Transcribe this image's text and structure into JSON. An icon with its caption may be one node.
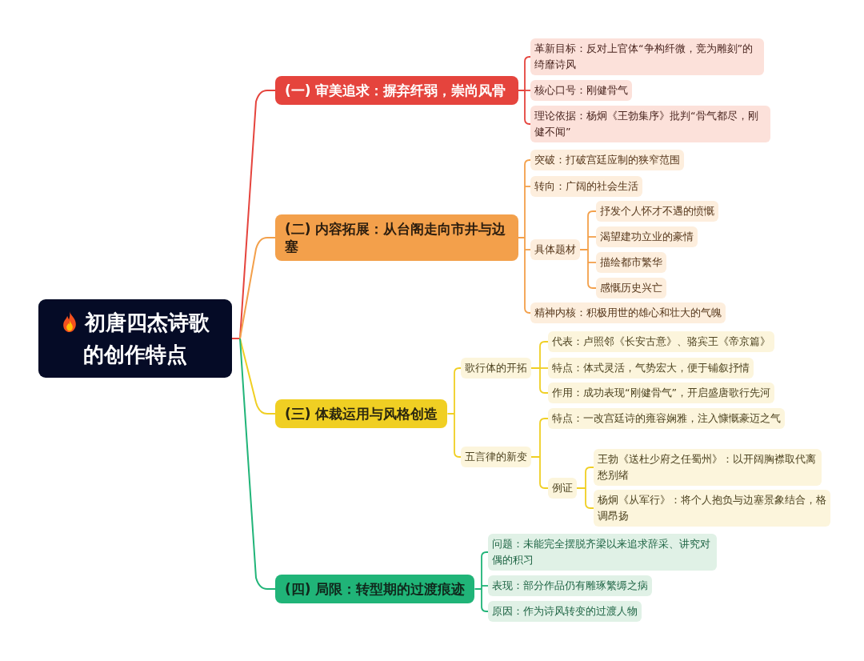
{
  "diagram": {
    "nodes": [
      {
        "text": [
          "初唐四杰诗歌的创作特点"
        ]
      },
      {
        "text": [
          "(一) 审美追求：摒弃纤弱，崇尚风骨"
        ]
      },
      {
        "text": [
          "革新目标：反对上官体“争构纤微，竞为雕刻”的绮靡诗风"
        ]
      },
      {
        "text": [
          "核心口号：刚健骨气"
        ]
      },
      {
        "text": [
          "理论依据：杨炯《王勃集序》批判“骨气都尽，刚健不闻”"
        ]
      },
      {
        "text": [
          "(二) 内容拓展：从台阁走向市井与边塞"
        ]
      },
      {
        "text": [
          "突破：打破宫廷应制的狭窄范围"
        ]
      },
      {
        "text": [
          "转向：广阔的社会生活"
        ]
      },
      {
        "text": [
          "具体题材"
        ]
      },
      {
        "text": [
          "抒发个人怀才不遇的愤慨"
        ]
      },
      {
        "text": [
          "渴望建功立业的豪情"
        ]
      },
      {
        "text": [
          "描绘都市繁华"
        ]
      },
      {
        "text": [
          "感慨历史兴亡"
        ]
      },
      {
        "text": [
          "精神内核：积极用世的雄心和壮大的气魄"
        ]
      },
      {
        "text": [
          "(三) 体裁运用与风格创造"
        ]
      },
      {
        "text": [
          "歌行体的开拓"
        ]
      },
      {
        "text": [
          "代表：卢照邻《长安古意》、骆宾王《帝京篇》"
        ]
      },
      {
        "text": [
          "特点：体式灵活，气势宏大，便于铺叙抒情"
        ]
      },
      {
        "text": [
          "作用：成功表现“刚健骨气”，开启盛唐歌行先河"
        ]
      },
      {
        "text": [
          "五言律的新变"
        ]
      },
      {
        "text": [
          "特点：一改宫廷诗的雍容娴雅，注入慷慨豪迈之气"
        ]
      },
      {
        "text": [
          "例证"
        ]
      },
      {
        "text": [
          "王勃《送杜少府之任蜀州》：以开阔胸襟取代离愁别绪"
        ]
      },
      {
        "text": [
          "杨炯《从军行》：将个人抱负与边塞景象结合，格调昂扬"
        ]
      },
      {
        "text": [
          "(四) 局限：转型期的过渡痕迹"
        ]
      },
      {
        "text": [
          "问题：未能完全摆脱齐梁以来追求辞采、讲究对偶的积习"
        ]
      },
      {
        "text": [
          "表现：部分作品仍有雕琢繁缛之病"
        ]
      },
      {
        "text": [
          "原因：作为诗风转变的过渡人物"
        ]
      }
    ],
    "edges": [
      {
        "from": 0,
        "to": 1,
        "arrow": "none",
        "color": "#e5443d"
      },
      {
        "from": 1,
        "to": 2,
        "arrow": "none",
        "color": "#e5443d"
      },
      {
        "from": 1,
        "to": 3,
        "arrow": "none",
        "color": "#e5443d"
      },
      {
        "from": 1,
        "to": 4,
        "arrow": "none",
        "color": "#e5443d"
      },
      {
        "from": 0,
        "to": 5,
        "arrow": "none",
        "color": "#f3a04b"
      },
      {
        "from": 5,
        "to": 6,
        "arrow": "none",
        "color": "#f3a04b"
      },
      {
        "from": 5,
        "to": 7,
        "arrow": "none",
        "color": "#f3a04b"
      },
      {
        "from": 5,
        "to": 8,
        "arrow": "none",
        "color": "#f3a04b"
      },
      {
        "from": 8,
        "to": 9,
        "arrow": "none",
        "color": "#f3a04b"
      },
      {
        "from": 8,
        "to": 10,
        "arrow": "none",
        "color": "#f3a04b"
      },
      {
        "from": 8,
        "to": 11,
        "arrow": "none",
        "color": "#f3a04b"
      },
      {
        "from": 8,
        "to": 12,
        "arrow": "none",
        "color": "#f3a04b"
      },
      {
        "from": 5,
        "to": 13,
        "arrow": "none",
        "color": "#f3a04b"
      },
      {
        "from": 0,
        "to": 14,
        "arrow": "none",
        "color": "#f0cf23"
      },
      {
        "from": 14,
        "to": 15,
        "arrow": "none",
        "color": "#f0cf23"
      },
      {
        "from": 15,
        "to": 16,
        "arrow": "none",
        "color": "#f0cf23"
      },
      {
        "from": 15,
        "to": 17,
        "arrow": "none",
        "color": "#f0cf23"
      },
      {
        "from": 15,
        "to": 18,
        "arrow": "none",
        "color": "#f0cf23"
      },
      {
        "from": 14,
        "to": 19,
        "arrow": "none",
        "color": "#f0cf23"
      },
      {
        "from": 19,
        "to": 20,
        "arrow": "none",
        "color": "#f0cf23"
      },
      {
        "from": 19,
        "to": 21,
        "arrow": "none",
        "color": "#f0cf23"
      },
      {
        "from": 21,
        "to": 22,
        "arrow": "none",
        "color": "#f0cf23"
      },
      {
        "from": 21,
        "to": 23,
        "arrow": "none",
        "color": "#f0cf23"
      },
      {
        "from": 0,
        "to": 24,
        "arrow": "none",
        "color": "#20b478"
      },
      {
        "from": 24,
        "to": 25,
        "arrow": "none",
        "color": "#20b478"
      },
      {
        "from": 24,
        "to": 26,
        "arrow": "none",
        "color": "#20b478"
      },
      {
        "from": 24,
        "to": 27,
        "arrow": "none",
        "color": "#20b478"
      }
    ]
  }
}
